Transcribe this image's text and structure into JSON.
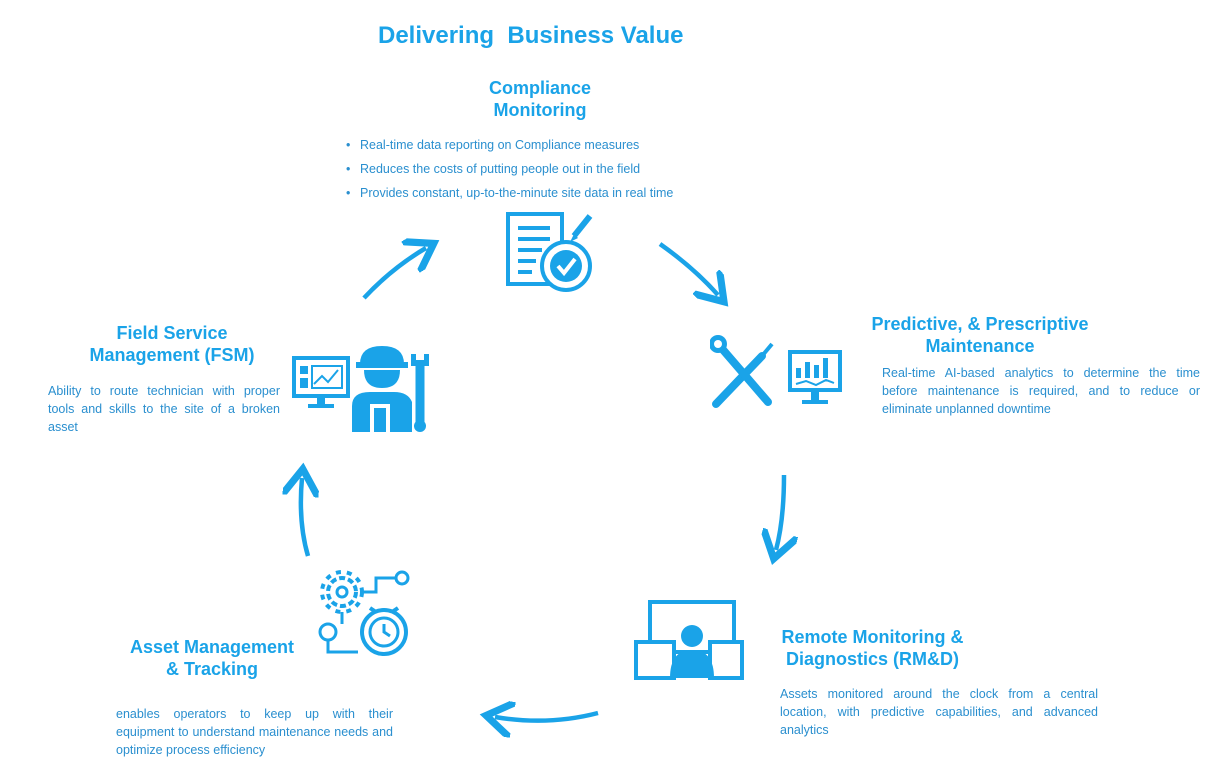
{
  "title": "Delivering  Business Value",
  "colors": {
    "accent": "#1aa3e8",
    "text": "#2a8fcf"
  },
  "compliance": {
    "heading_line1": "Compliance",
    "heading_line2": "Monitoring",
    "bullets": [
      "Real-time data reporting on Compliance measures",
      "Reduces the costs of putting people out in the field",
      "Provides constant, up-to-the-minute site data in real time"
    ],
    "icon": "document-check-icon"
  },
  "predictive": {
    "heading_line1": "Predictive, & Prescriptive",
    "heading_line2": "Maintenance",
    "text": "Real-time AI-based analytics to determine the time before maintenance is required, and to reduce or eliminate unplanned downtime",
    "icon": "tools-analytics-icon"
  },
  "remote": {
    "heading_line1": "Remote Monitoring &",
    "heading_line2": "Diagnostics (RM&D)",
    "text": "Assets monitored around the clock from a central location, with predictive capabilities, and advanced analytics",
    "icon": "operator-monitors-icon"
  },
  "asset": {
    "heading_line1": "Asset Management",
    "heading_line2": "& Tracking",
    "text": "enables operators to keep up with their equipment to understand maintenance needs and optimize process efficiency",
    "icon": "gear-clock-icon"
  },
  "fsm": {
    "heading_line1": "Field Service",
    "heading_line2": "Management (FSM)",
    "text": "Ability to route technician with proper tools and skills to the site of a broken asset",
    "icon": "technician-icon"
  }
}
